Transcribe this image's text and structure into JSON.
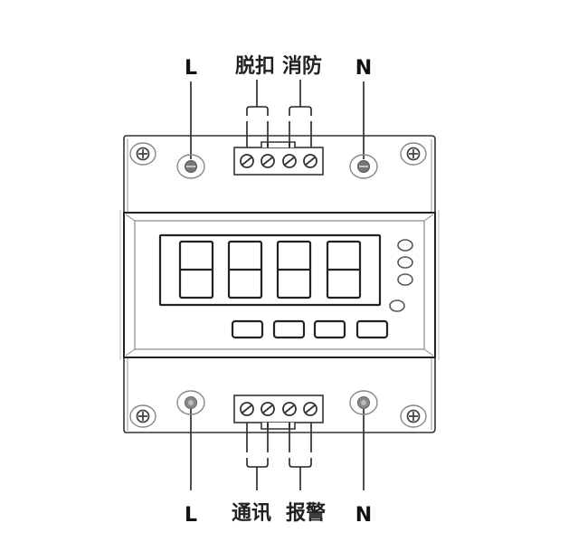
{
  "diagram": {
    "type": "wiring-diagram",
    "subject": "DIN-rail digital display module with 4-digit 7-segment display",
    "top_labels": {
      "left": "L",
      "terminal_pair_1": "脱扣",
      "terminal_pair_2": "消防",
      "right": "N"
    },
    "bottom_labels": {
      "left": "L",
      "terminal_pair_1": "通讯",
      "terminal_pair_2": "报警",
      "right": "N"
    },
    "display": {
      "digits": 4,
      "indicator_leds": 4,
      "buttons": 4
    },
    "top_terminal_block": {
      "screws": 4
    },
    "bottom_terminal_block": {
      "screws": 4
    },
    "colors": {
      "stroke": "#222222",
      "light_stroke": "#888888",
      "background": "#ffffff"
    }
  }
}
